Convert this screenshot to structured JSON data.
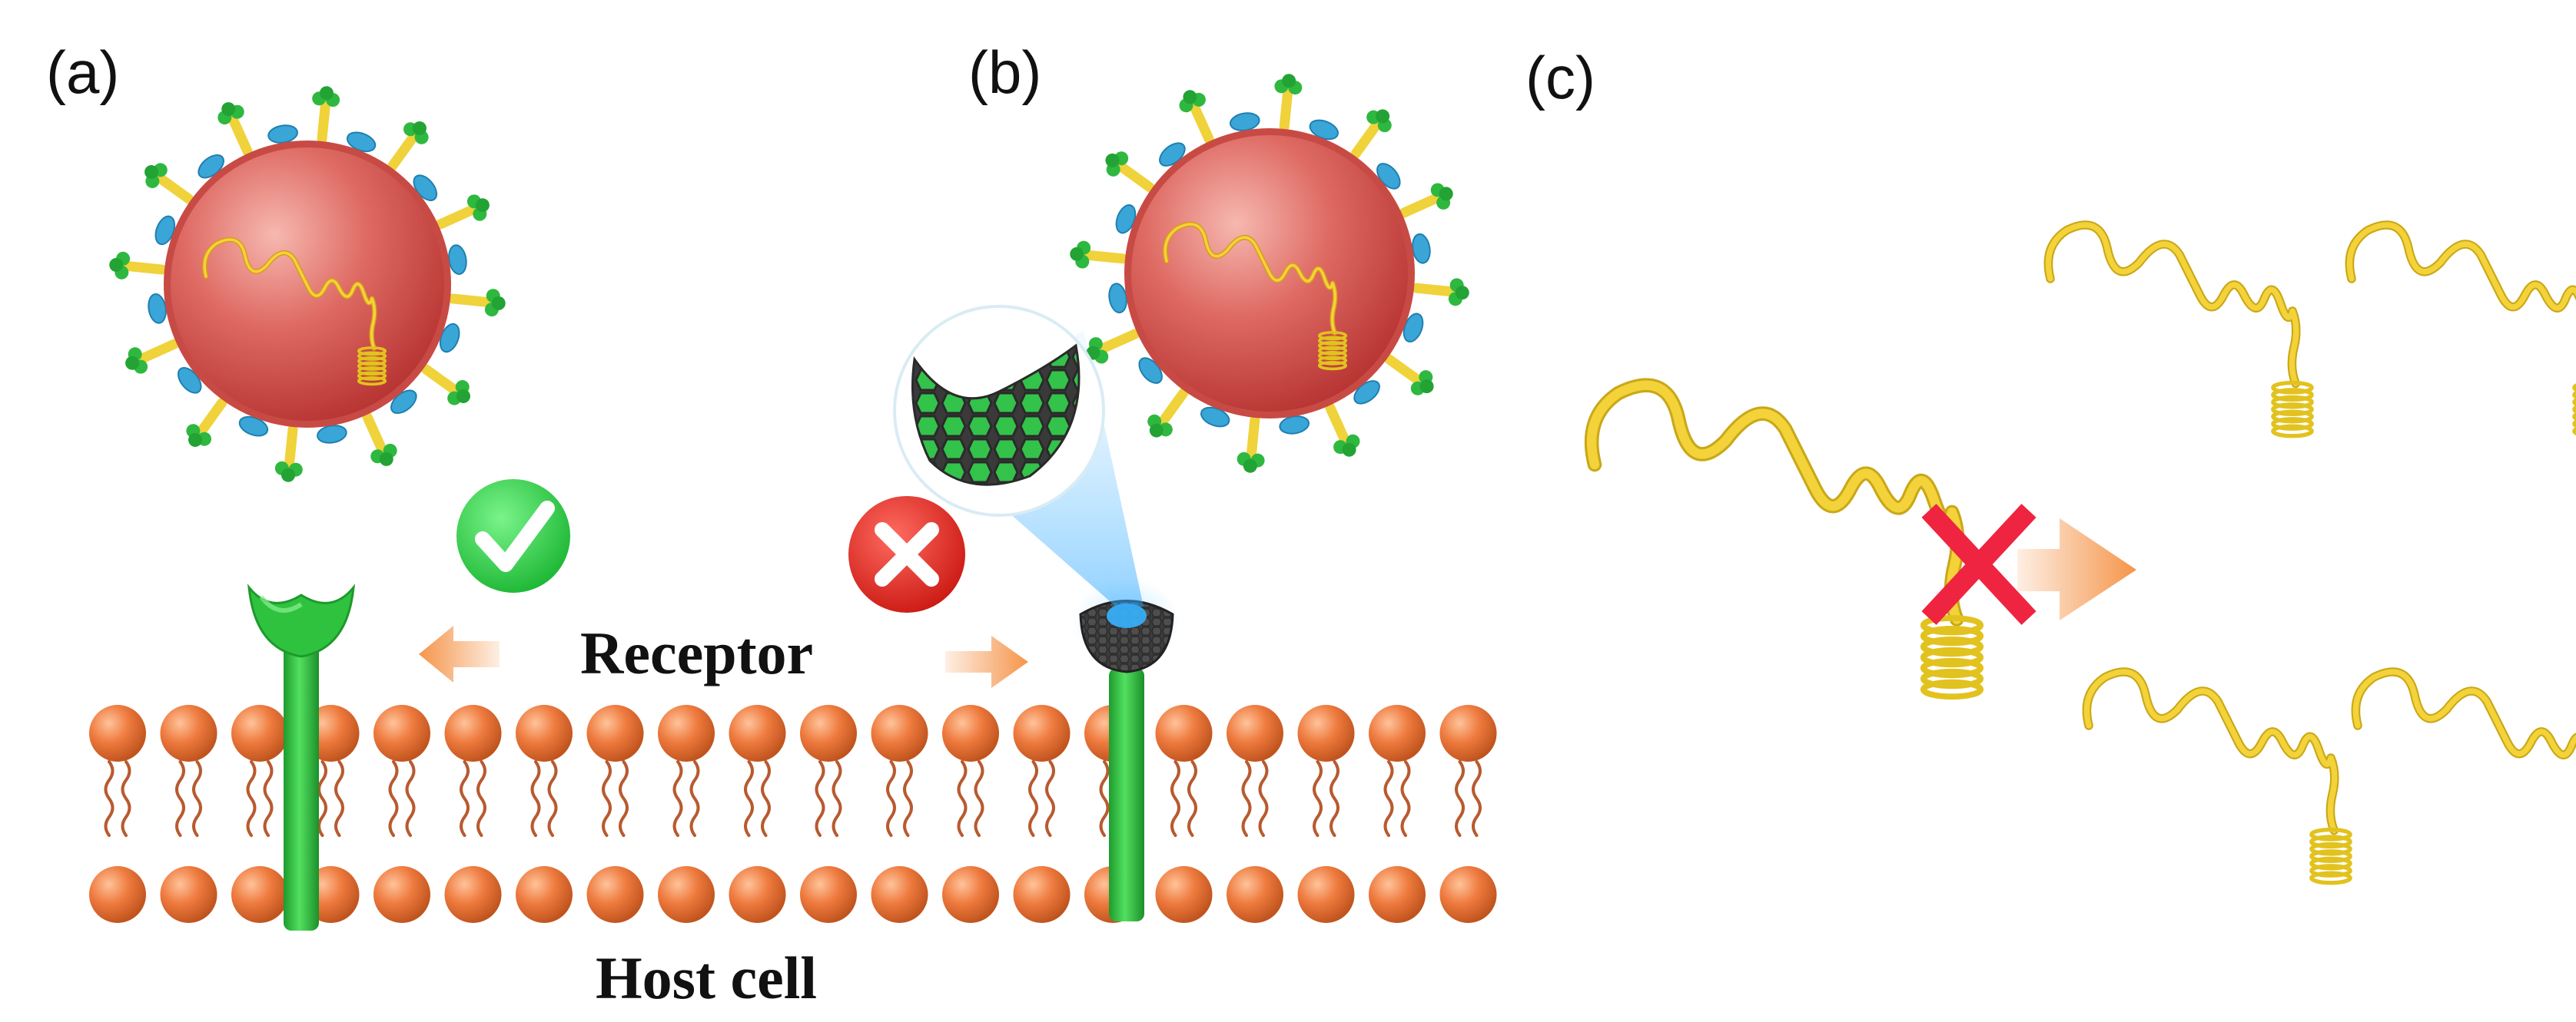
{
  "panels": [
    {
      "label": "(a)"
    },
    {
      "label": "(b)"
    },
    {
      "label": "(c)"
    }
  ],
  "labels": {
    "receptor": "Receptor",
    "host_cell": "Host cell"
  },
  "colors": {
    "lipid_head": "#e9743a",
    "receptor": "#2fc23f",
    "virus_body": "#d6504e",
    "spike_blue": "#3aa6d8",
    "spike_green": "#2fb83f",
    "spike_yellow": "#f0d23a",
    "rna": "#f3d23a",
    "check_badge": "#2ed84a",
    "cross_badge": "#e2231f",
    "block_x": "#ef2440",
    "arrow": "#f5954a",
    "nanocarbon": "#3f3f3f",
    "nanocarbon_fill": "#35c84a"
  },
  "icons": {
    "allowed": "check-icon",
    "blocked": "close-icon",
    "inhibit": "x-mark-icon"
  }
}
